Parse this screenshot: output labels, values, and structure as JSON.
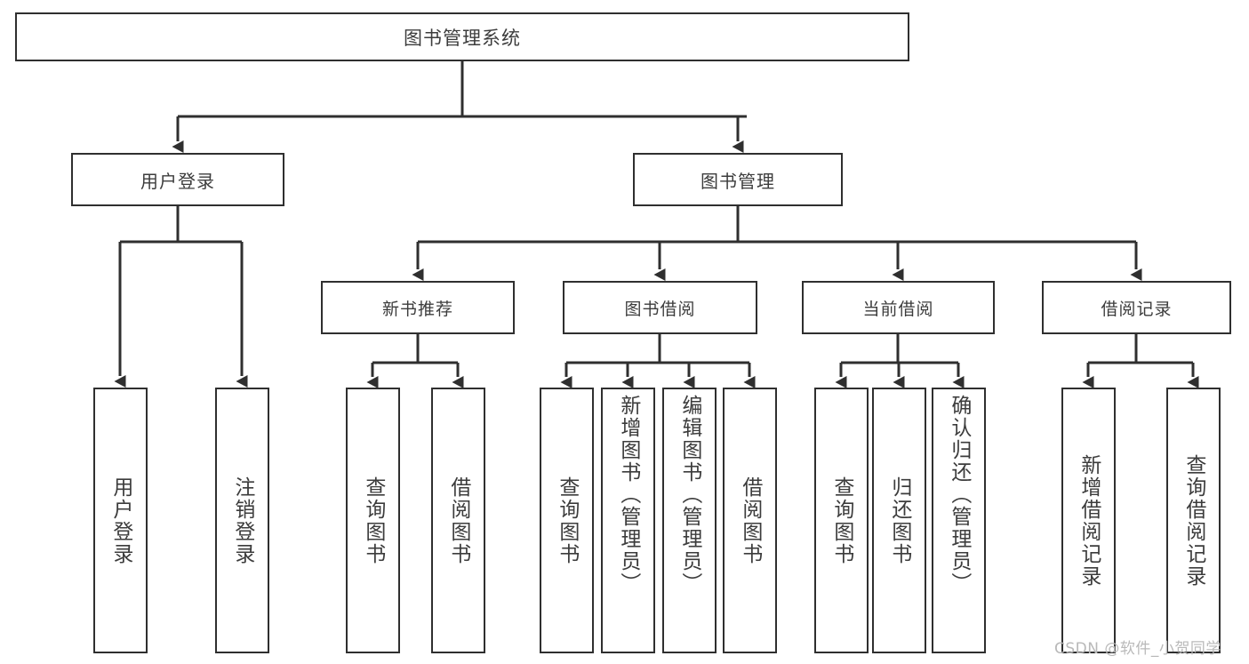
{
  "diagram": {
    "type": "tree",
    "title": "图书管理系统",
    "root": {
      "label": "图书管理系统"
    },
    "level2": [
      {
        "label": "用户登录"
      },
      {
        "label": "图书管理"
      }
    ],
    "level3": [
      {
        "label": "新书推荐"
      },
      {
        "label": "图书借阅"
      },
      {
        "label": "当前借阅"
      },
      {
        "label": "借阅记录"
      }
    ],
    "leaves": {
      "user_login": [
        {
          "label": "用户登录"
        },
        {
          "label": "注销登录"
        }
      ],
      "new_book_recommend": [
        {
          "label": "查询图书"
        },
        {
          "label": "借阅图书"
        }
      ],
      "book_borrow": [
        {
          "label": "查询图书"
        },
        {
          "label": "新增图书（管理员）"
        },
        {
          "label": "编辑图书（管理员）"
        },
        {
          "label": "借阅图书"
        }
      ],
      "current_borrow": [
        {
          "label": "查询图书"
        },
        {
          "label": "归还图书"
        },
        {
          "label": "确认归还（管理员）"
        }
      ],
      "borrow_record": [
        {
          "label": "新增借阅记录"
        },
        {
          "label": "查询借阅记录"
        }
      ]
    },
    "colors": {
      "box_border": "#2f2f2f",
      "box_fill": "#ffffff",
      "text": "#3c3c3c",
      "connector": "#2f2f2f",
      "watermark": "#b9b9b9"
    }
  },
  "watermark": {
    "text": "CSDN @软件_小贺同学"
  }
}
